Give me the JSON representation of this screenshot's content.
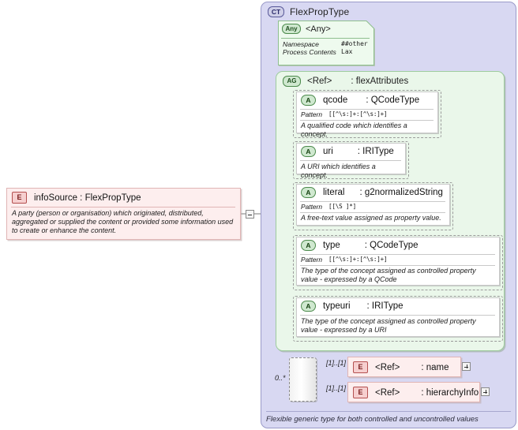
{
  "diagram": {
    "kind": "xsd-schema-documentation",
    "root_element": {
      "badge": "E",
      "name": "infoSource : FlexPropType",
      "documentation": "A party (person or organisation) which originated, distributed, aggregated or supplied the content or provided some information used to create or enhance the content.",
      "expander": "minus-expander-icon"
    },
    "complex_type": {
      "badge": "CT",
      "title": "FlexPropType",
      "footer": "Flexible generic type for both controlled and uncontrolled values"
    },
    "any": {
      "badge": "Any",
      "name": "<Any>",
      "properties": [
        {
          "key": "Namespace",
          "value": "##other"
        },
        {
          "key": "Process Contents",
          "value": "Lax"
        }
      ]
    },
    "attribute_group": {
      "badge": "AG",
      "ref": "<Ref>",
      "name": ": flexAttributes",
      "attributes": [
        {
          "badge": "A",
          "name": "qcode",
          "type": ": QCodeType",
          "facet_label": "Pattern",
          "facet_value": "[[^\\s:]+:[^\\s:]+]",
          "documentation": "A qualified code which identifies a concept."
        },
        {
          "badge": "A",
          "name": "uri",
          "type": ": IRIType",
          "facet_label": "",
          "facet_value": "",
          "documentation": "A URI which identifies a concept."
        },
        {
          "badge": "A",
          "name": "literal",
          "type": ": g2normalizedString",
          "facet_label": "Pattern",
          "facet_value": "[[\\S ]*]",
          "documentation": "A free-text value assigned as property value."
        },
        {
          "badge": "A",
          "name": "type",
          "type": ": QCodeType",
          "facet_label": "Pattern",
          "facet_value": "[[^\\s:]+:[^\\s:]+]",
          "documentation": "The type of the concept assigned as controlled property value - expressed by a QCode"
        },
        {
          "badge": "A",
          "name": "typeuri",
          "type": ": IRIType",
          "facet_label": "",
          "facet_value": "",
          "documentation": "The type of the concept assigned as controlled property value - expressed by a URI"
        }
      ]
    },
    "choice": {
      "icon": "choice-compositor-icon",
      "occurrence": "0..*",
      "children": [
        {
          "cardinality": "[1]..[1]",
          "badge": "E",
          "ref": "<Ref>",
          "name": ": name",
          "expander": "plus-expander-icon"
        },
        {
          "cardinality": "[1]..[1]",
          "badge": "E",
          "ref": "<Ref>",
          "name": ": hierarchyInfo",
          "expander": "plus-expander-icon"
        }
      ]
    },
    "colors": {
      "complex_type_bg": "#d8d8f2",
      "attribute_group_bg": "#eaf7ea",
      "element_bg": "#fdeeee",
      "any_bg": "#eefaee"
    }
  }
}
